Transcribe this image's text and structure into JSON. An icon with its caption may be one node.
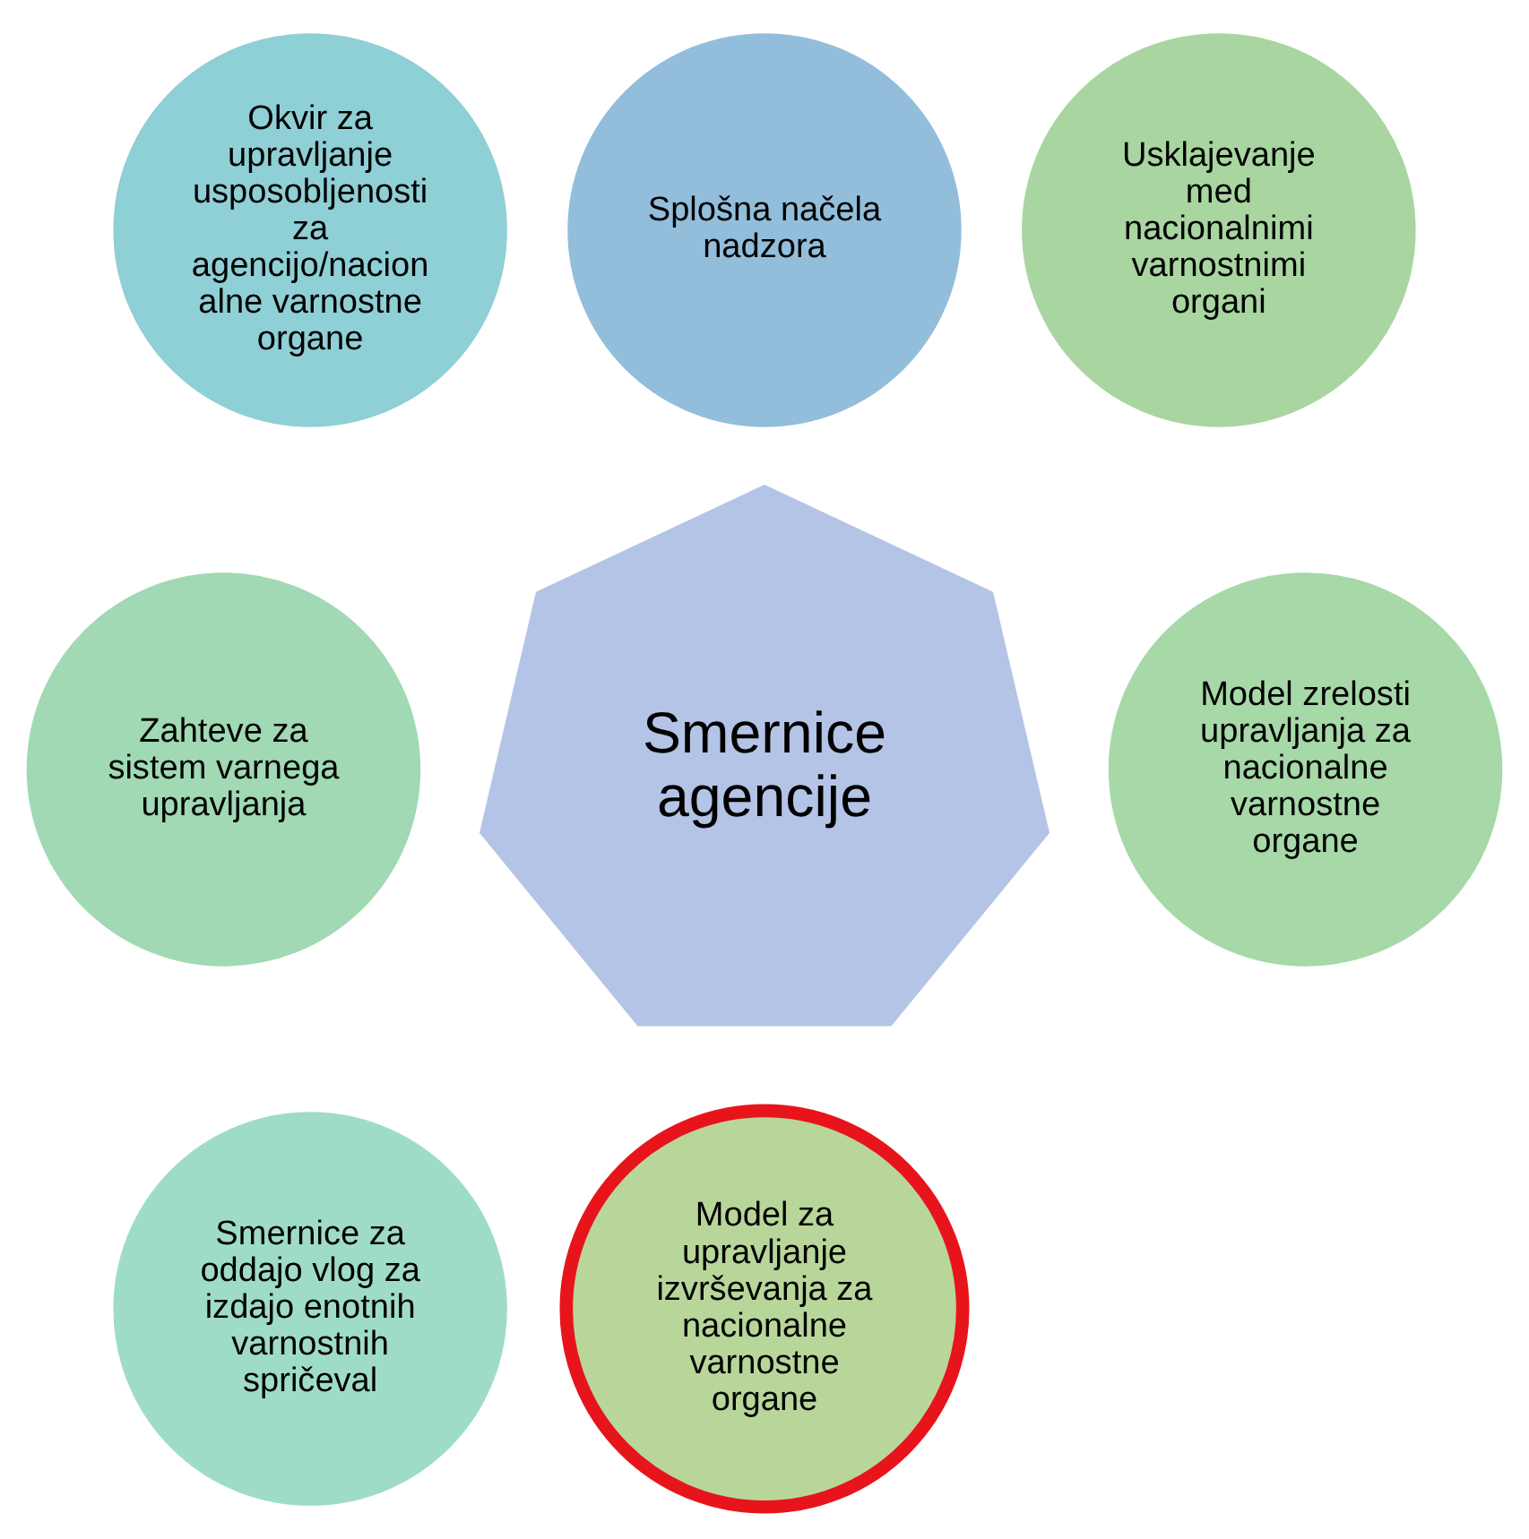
{
  "diagram": {
    "nodes": [
      {
        "text": [
          "Smernice agencije"
        ]
      },
      {
        "text": [
          "Okvir za upravljanje usposobljenosti za agencijo/nacion alne varnostne organe"
        ]
      },
      {
        "text": [
          "Splošna načela nadzora"
        ]
      },
      {
        "text": [
          "Usklajevanje med nacionalnimi varnostnimi organi"
        ]
      },
      {
        "text": [
          "Zahteve za sistem varnega upravljanja"
        ]
      },
      {
        "text": [
          "Model zrelosti upravljanja za nacionalne varnostne organe"
        ]
      },
      {
        "text": [
          "Smernice za oddajo vlog za izdajo enotnih varnostnih spričeval"
        ]
      },
      {
        "text": [
          "Model za upravljanje izvrševanja za nacionalne varnostne organe"
        ]
      }
    ]
  }
}
